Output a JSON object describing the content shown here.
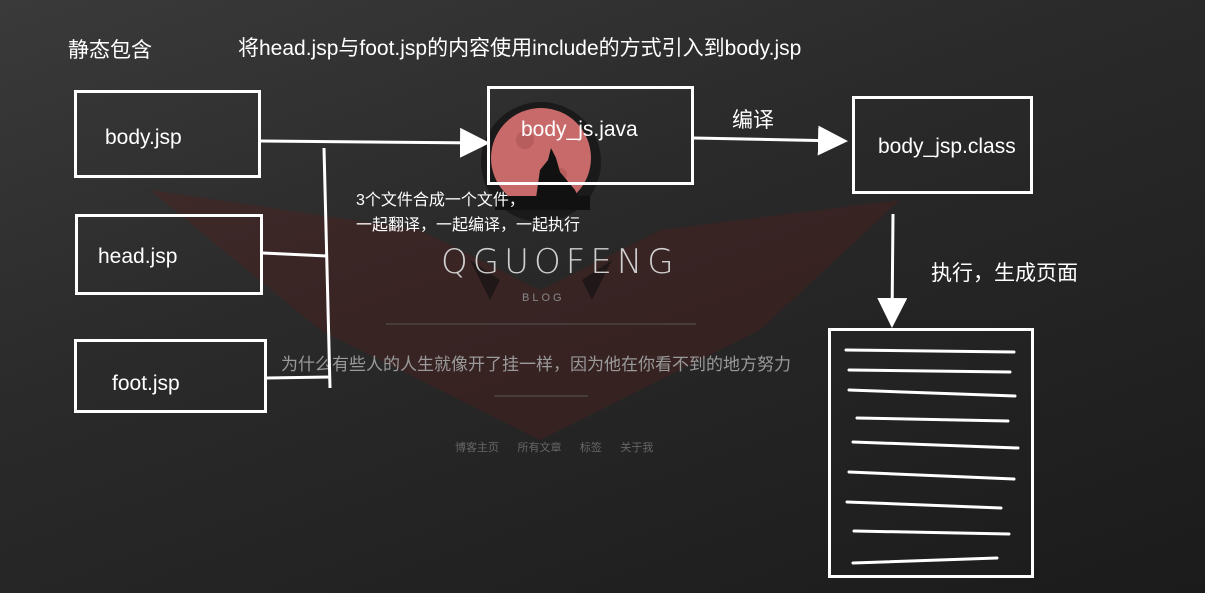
{
  "title": "静态包含",
  "description": "将head.jsp与foot.jsp的内容使用include的方式引入到body.jsp",
  "nodes": {
    "body_jsp": "body.jsp",
    "head_jsp": "head.jsp",
    "foot_jsp": "foot.jsp",
    "body_java": "body_js.java",
    "body_class": "body_jsp.class"
  },
  "edge_labels": {
    "compile": "编译",
    "execute": "执行，生成页面"
  },
  "note": {
    "line1": "3个文件合成一个文件，",
    "line2": "一起翻译，一起编译，一起执行"
  },
  "background": {
    "brand": "QGUOFENG",
    "subtitle": "BLOG",
    "motto": "为什么有些人的人生就像开了挂一样，因为他在你看不到的地方努力",
    "nav": [
      "博客主页",
      "所有文章",
      "标签",
      "关于我"
    ]
  },
  "colors": {
    "background": "#262626",
    "stroke": "#ffffff",
    "moon": "#c86a6a",
    "watermark": "#6b1f1f"
  },
  "icons": [
    "wolf-moon-avatar"
  ]
}
